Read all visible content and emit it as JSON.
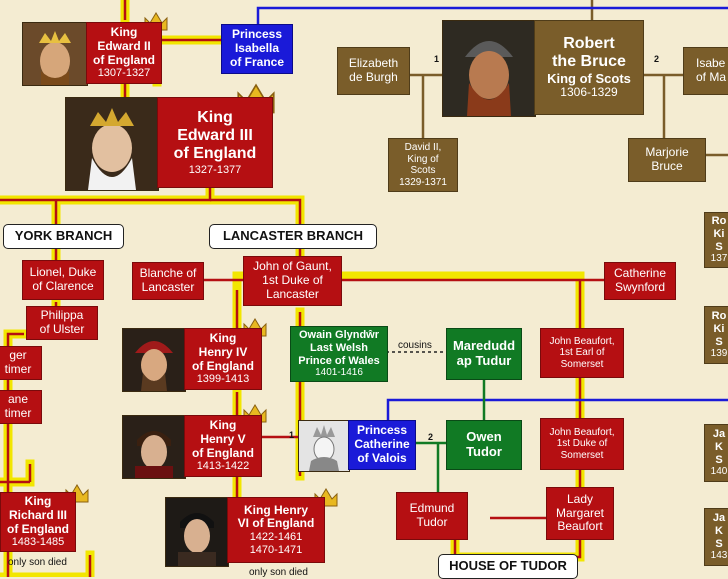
{
  "people": {
    "edward2": {
      "name": "King\nEdward II\nof England",
      "years": "1307-1327"
    },
    "isabella": {
      "name": "Princess\nIsabella\nof France"
    },
    "edward3": {
      "name": "King\nEdward III\nof England",
      "years": "1327-1377"
    },
    "elizabeth_burgh": {
      "name": "Elizabeth\nde Burgh"
    },
    "robert_bruce": {
      "name": "Robert\nthe Bruce",
      "title": "King of Scots",
      "years": "1306-1329"
    },
    "isabella_mar": {
      "name": "Isabe\nof Ma"
    },
    "david2": {
      "name": "David II,\nKing of\nScots",
      "years": "1329-1371"
    },
    "marjorie": {
      "name": "Marjorie\nBruce"
    },
    "lionel": {
      "name": "Lionel, Duke\nof Clarence"
    },
    "philippa": {
      "name": "Philippa\nof Ulster"
    },
    "blanche": {
      "name": "Blanche of\nLancaster"
    },
    "john_gaunt": {
      "name": "John of Gaunt,\n1st Duke of\nLancaster"
    },
    "catherine_swynford": {
      "name": "Catherine\nSwynford"
    },
    "henry4": {
      "name": "King\nHenry IV\nof England",
      "years": "1399-1413"
    },
    "owain": {
      "name": "Owain Glyndŵr\nLast Welsh\nPrince of Wales",
      "years": "1401-1416"
    },
    "maredudd": {
      "name": "Maredudd\nap Tudur"
    },
    "john_beaufort1": {
      "name": "John Beaufort,\n1st Earl of\nSomerset"
    },
    "henry5": {
      "name": "King\nHenry V\nof England",
      "years": "1413-1422"
    },
    "catherine_valois": {
      "name": "Princess\nCatherine\nof Valois"
    },
    "owen_tudor": {
      "name": "Owen\nTudor"
    },
    "john_beaufort2": {
      "name": "John Beaufort,\n1st Duke of\nSomerset"
    },
    "edmund_tudor": {
      "name": "Edmund\nTudor"
    },
    "margaret_beaufort": {
      "name": "Lady\nMargaret\nBeaufort"
    },
    "richard3": {
      "name": "King\nRichard III\nof England",
      "years": "1483-1485"
    },
    "henry6": {
      "name": "King Henry\nVI of England",
      "years": "1422-1461",
      "years2": "1470-1471"
    },
    "ger_timer": {
      "name": "ger\ntimer"
    },
    "ane_timer": {
      "name": "ane\ntimer"
    },
    "right_1": {
      "name": "Ro\nKi\nS",
      "years": "137"
    },
    "right_2": {
      "name": "Ro\nKi\nS",
      "years": "139"
    },
    "right_3": {
      "name": "Ja\nK\nS",
      "years": "140"
    },
    "right_4": {
      "name": "Ja\nK\nS",
      "years": "143"
    }
  },
  "labels": {
    "york": "YORK BRANCH",
    "lancaster": "LANCASTER BRANCH",
    "tudor": "HOUSE OF TUDOR"
  },
  "notes": {
    "cousins": "cousins",
    "only_son_died_1": "only son died",
    "only_son_died_2": "only son died",
    "marriage_1a": "1",
    "marriage_2a": "2",
    "marriage_1b": "1",
    "marriage_2b": "2"
  },
  "colors": {
    "royal_red": "#b50f12",
    "scots_brown": "#7a5d2a",
    "france_blue": "#1a1ad8",
    "welsh_green": "#117a24",
    "bloodline_yellow": "#f2e600",
    "background": "#f4ecd2"
  }
}
